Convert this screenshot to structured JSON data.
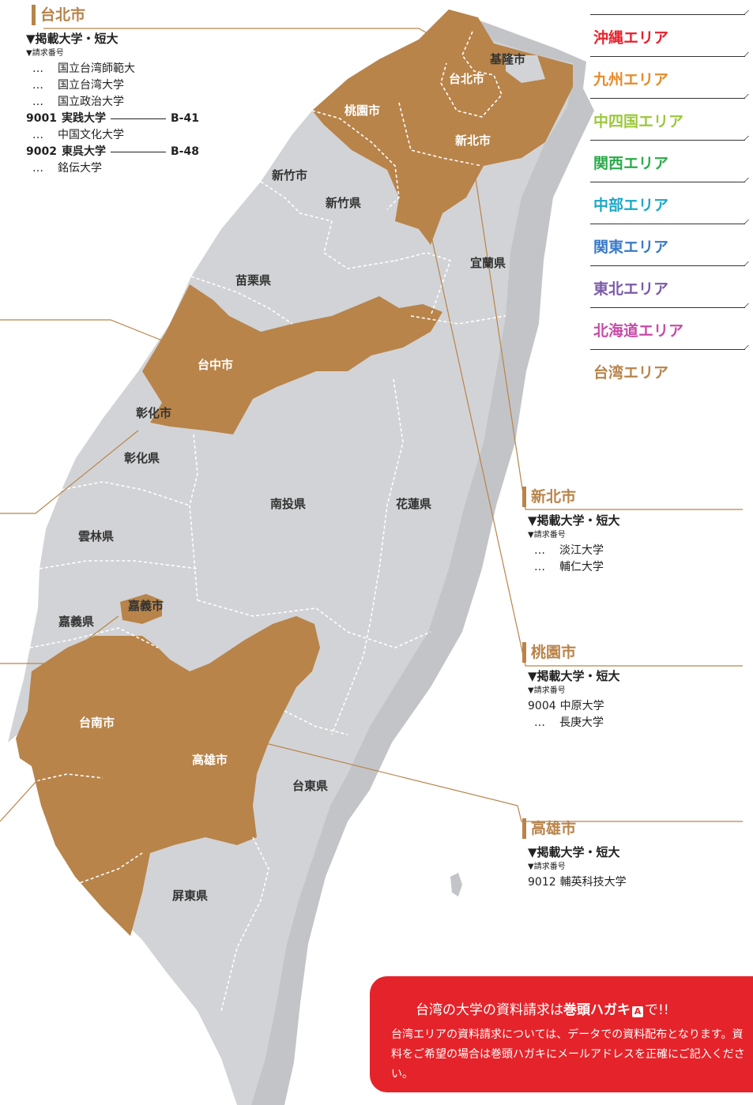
{
  "colors": {
    "land": "#d2d3d6",
    "highlight": "#b8844a",
    "shadow": "#c3c4c7",
    "banner": "#e5232a"
  },
  "taipei_box": {
    "title": "台北市",
    "subtitle": "▼掲載大学・短大",
    "request_label": "▼請求番号",
    "rows": [
      {
        "type": "dots",
        "marker": "…",
        "text": "国立台湾師範大"
      },
      {
        "type": "dots",
        "marker": "…",
        "text": "国立台湾大学"
      },
      {
        "type": "dots",
        "marker": "…",
        "text": "国立政治大学"
      },
      {
        "type": "bold",
        "marker": "9001",
        "text": "実践大学",
        "code": "B-41"
      },
      {
        "type": "dots",
        "marker": "…",
        "text": "中国文化大学"
      },
      {
        "type": "bold",
        "marker": "9002",
        "text": "東呉大学",
        "code": "B-48"
      },
      {
        "type": "dots",
        "marker": "…",
        "text": "銘伝大学"
      }
    ]
  },
  "newtaipei_box": {
    "title": "新北市",
    "subtitle": "▼掲載大学・短大",
    "request_label": "▼請求番号",
    "rows": [
      {
        "type": "dots",
        "marker": "…",
        "text": "淡江大学"
      },
      {
        "type": "dots",
        "marker": "…",
        "text": "輔仁大学"
      }
    ]
  },
  "taoyuan_box": {
    "title": "桃園市",
    "subtitle": "▼掲載大学・短大",
    "request_label": "▼請求番号",
    "rows": [
      {
        "type": "plain",
        "marker": "9004",
        "text": "中原大学"
      },
      {
        "type": "dots",
        "marker": "…",
        "text": "長庚大学"
      }
    ]
  },
  "kaohsiung_box": {
    "title": "高雄市",
    "subtitle": "▼掲載大学・短大",
    "request_label": "▼請求番号",
    "rows": [
      {
        "type": "plain",
        "marker": "9012",
        "text": "輔英科技大学"
      }
    ]
  },
  "area_menu": [
    {
      "label": "沖縄エリア",
      "color": "#e8202a"
    },
    {
      "label": "九州エリア",
      "color": "#e88a2a"
    },
    {
      "label": "中四国エリア",
      "color": "#9cc83a"
    },
    {
      "label": "関西エリア",
      "color": "#2aab4a"
    },
    {
      "label": "中部エリア",
      "color": "#1aa8c8"
    },
    {
      "label": "関東エリア",
      "color": "#3a7ac8"
    },
    {
      "label": "東北エリア",
      "color": "#7a5aa8"
    },
    {
      "label": "北海道エリア",
      "color": "#c84aa8"
    },
    {
      "label": "台湾エリア",
      "color": "#b8844a"
    }
  ],
  "map_labels": {
    "keelung": "基隆市",
    "taipei": "台北市",
    "taoyuan": "桃園市",
    "newtaipei": "新北市",
    "hsinchu_city": "新竹市",
    "hsinchu_county": "新竹県",
    "yilan": "宜蘭県",
    "miaoli": "苗栗県",
    "taichung": "台中市",
    "changhua_city": "彰化市",
    "changhua_county": "彰化県",
    "nantou": "南投県",
    "hualien": "花蓮県",
    "yunlin": "雲林県",
    "chiayi_city": "嘉義市",
    "chiayi_county": "嘉義県",
    "tainan": "台南市",
    "kaohsiung": "高雄市",
    "taitung": "台東県",
    "pingtung": "屏東県"
  },
  "banner": {
    "title_pre": "台湾の大学の資料請求は",
    "title_strong": "巻頭ハガキ",
    "title_badge": "A",
    "title_post": "で!!",
    "body": "台湾エリアの資料請求については、データでの資料配布となります。資料をご希望の場合は巻頭ハガキにメールアドレスを正確にご記入ください。"
  }
}
